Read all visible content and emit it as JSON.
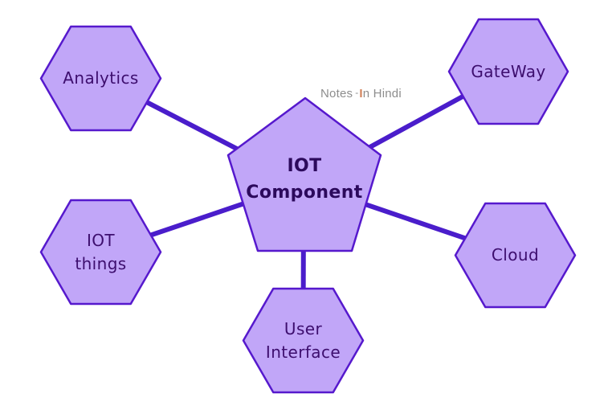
{
  "diagram": {
    "center": {
      "label": "IOT\nComponent"
    },
    "nodes": [
      {
        "id": "analytics",
        "label": "Analytics"
      },
      {
        "id": "gateway",
        "label": "GateWay"
      },
      {
        "id": "iot-things",
        "label": "IOT\nthings"
      },
      {
        "id": "cloud",
        "label": "Cloud"
      },
      {
        "id": "user-interface",
        "label": "User\nInterface"
      }
    ]
  },
  "watermark": {
    "prefix": "Notes",
    "dash": "-",
    "accent_letter": "I",
    "suffix": "n Hindi"
  },
  "colors": {
    "background": "#ffffff",
    "node_fill": "#c1a6f8",
    "node_border": "#5619cd",
    "connector": "#4a1dcb",
    "hex_label_text": "#3d0e6e",
    "pentagon_label_text": "#2c0a5c",
    "watermark_gray": "#8d8d8d",
    "watermark_accent": "#d08159"
  }
}
